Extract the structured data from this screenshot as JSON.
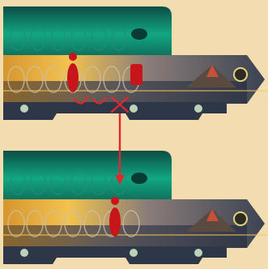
{
  "title": "",
  "colors": {
    "background": "#f3dcaf",
    "aurora_top": "#0e5d52",
    "aurora_band": "#12b08a",
    "track_red": "#d01f24",
    "annotation": "#e0282d"
  },
  "boards": [
    {
      "id": "before",
      "track_spaces": 9,
      "pawn_space": 3,
      "cube_space": 6,
      "marks": [
        "u",
        "u",
        "x"
      ]
    },
    {
      "id": "after",
      "track_spaces": 9,
      "pawn_space": 5,
      "cube_space": null,
      "marks": []
    }
  ],
  "icons": [
    "coin-icon",
    "laurel-icon",
    "pawn-icon",
    "cube-icon",
    "arrow-down-icon"
  ]
}
